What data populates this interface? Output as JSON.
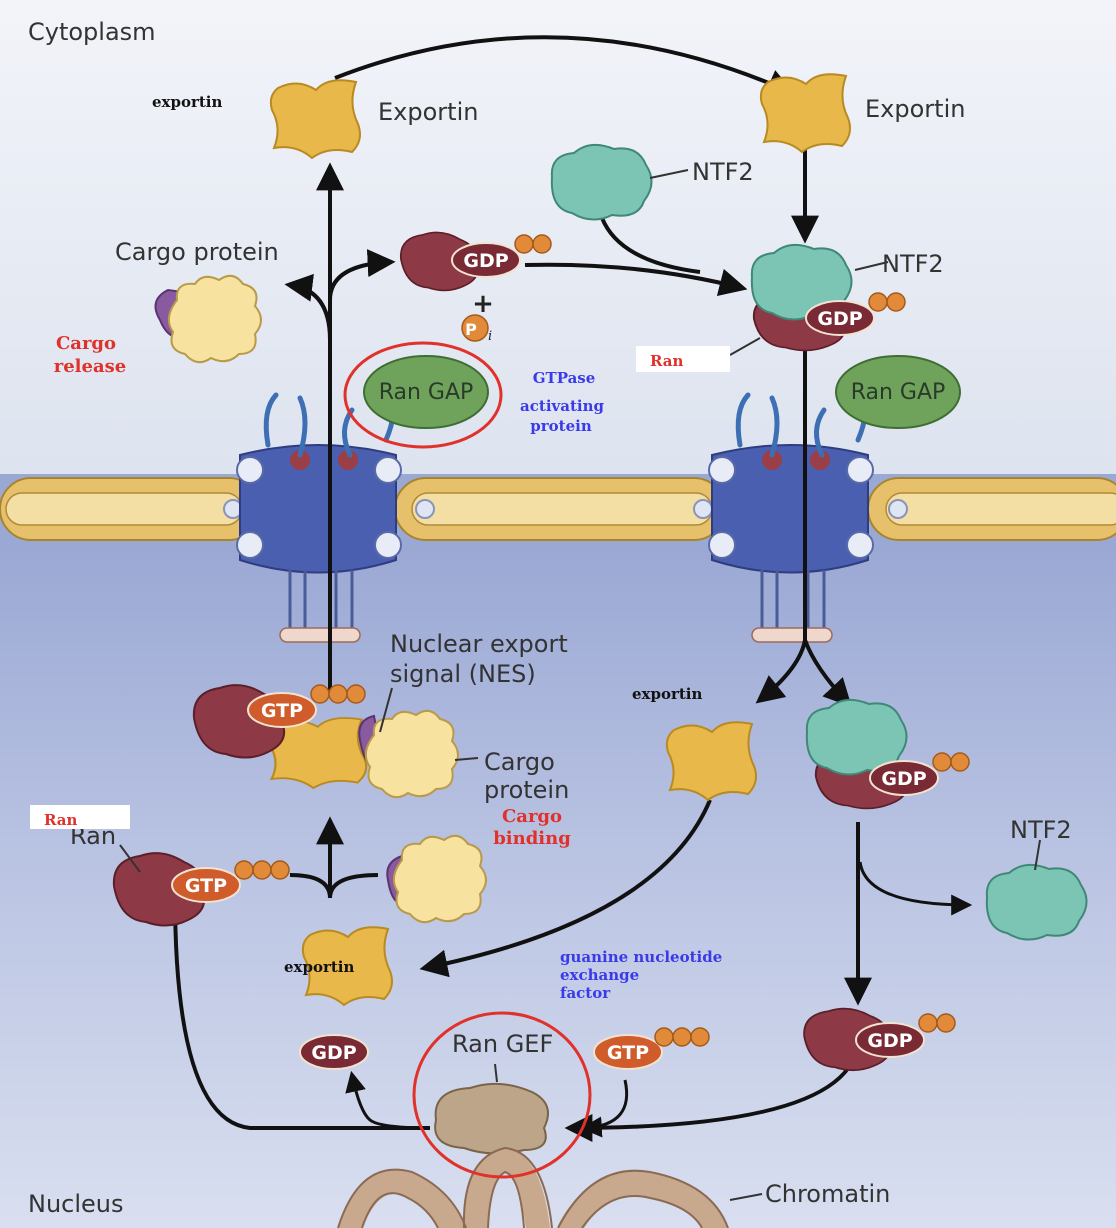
{
  "regions": {
    "cytoplasm": "Cytoplasm",
    "nucleus": "Nucleus"
  },
  "labels": {
    "exportin_top_left": "Exportin",
    "exportin_top_right": "Exportin",
    "ntf2_top": "NTF2",
    "ntf2_complex": "NTF2",
    "cargo_protein_top": "Cargo protein",
    "ran_gap_left": "Ran GAP",
    "ran_gap_right": "Ran GAP",
    "nes_line1": "Nuclear export",
    "nes_line2": "signal (NES)",
    "cargo_protein_mid_line1": "Cargo",
    "cargo_protein_mid_line2": "protein",
    "ran_left": "Ran",
    "ntf2_right": "NTF2",
    "ran_gef": "Ran GEF",
    "chromatin": "Chromatin",
    "pi": "P",
    "pi_sub": "i",
    "plus": "+"
  },
  "pills": {
    "gdp": "GDP",
    "gtp": "GTP"
  },
  "annotations": {
    "exportin_top": "exportin",
    "cargo_release_line1": "Cargo",
    "cargo_release_line2": "release",
    "gtpase_line1": "GTPase",
    "gtpase_line2": "activating",
    "gtpase_line3": "protein",
    "ran_box_right": "Ran",
    "exportin_mid": "exportin",
    "ran_box_left": "Ran",
    "cargo_binding_line1": "Cargo",
    "cargo_binding_line2": "binding",
    "exportin_bottom": "exportin",
    "gef_line1": "guanine nucleotide",
    "gef_line2": "exchange",
    "gef_line3": "factor"
  },
  "colors": {
    "exportin": "#e8b84a",
    "ntf2": "#7cc4b4",
    "ran": "#8e3a46",
    "gtp": "#cf5c2a",
    "gdp": "#7a2a34",
    "ran_gap": "#6fa35c",
    "ran_gef": "#bca588",
    "cargo": "#f7e2a0",
    "membrane": "#e6c06a",
    "pore": "#4a5fb0",
    "annotation_red": "#e0312b",
    "annotation_blue": "#3a3ae8"
  }
}
